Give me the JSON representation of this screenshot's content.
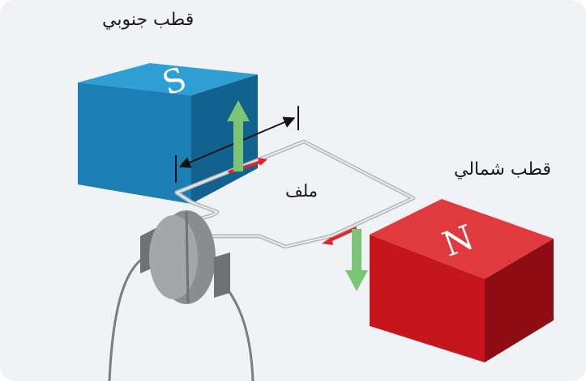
{
  "labels": {
    "south_pole": "قطب جنوبي",
    "north_pole": "قطب شمالي",
    "coil": "ملف"
  },
  "magnets": {
    "south_letter": "S",
    "north_letter": "N"
  },
  "colors": {
    "background": "#f1f2f6",
    "south_front": "#1c7fb4",
    "south_top": "#2f9fd3",
    "south_side": "#11628f",
    "north_front": "#c4161c",
    "north_top": "#e03a3e",
    "north_side": "#8e0d12",
    "force_arrow": "#7cc576",
    "current_arrow": "#e0262c",
    "wire": "#b8bcc2",
    "commutator": "#8a8c8f"
  }
}
